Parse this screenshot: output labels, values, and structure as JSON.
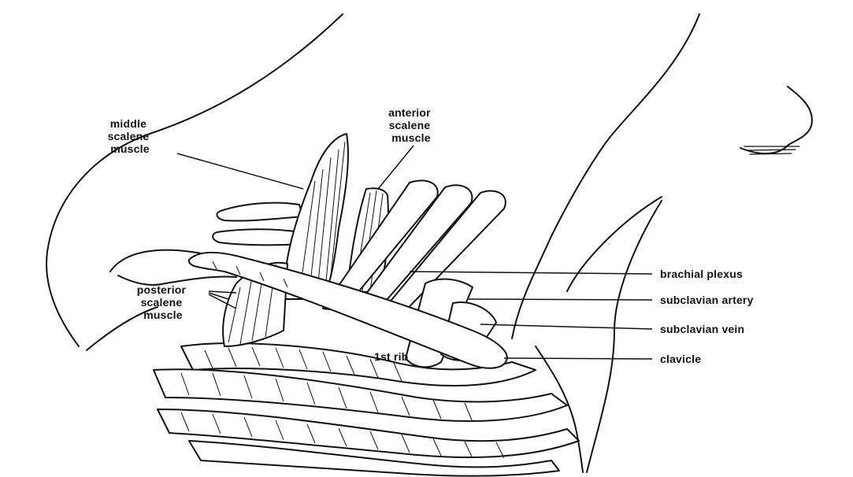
{
  "labels": {
    "middle_scalene": [
      "middle",
      "scalene",
      "muscle"
    ],
    "anterior_scalene": [
      "anterior",
      "scalene",
      "muscle"
    ],
    "posterior_scalene": [
      "posterior",
      "scalene",
      "muscle"
    ],
    "brachial_plexus": "brachial plexus",
    "subclavian_artery": "subclavian artery",
    "subclavian_vein": "subclavian vein",
    "clavicle": "clavicle",
    "first_rib": "1st rib"
  }
}
